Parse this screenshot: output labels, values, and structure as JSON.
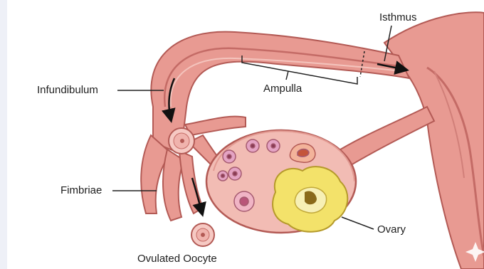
{
  "labels": {
    "isthmus": "Isthmus",
    "infundibulum": "Infundibulum",
    "ampulla": "Ampulla",
    "fimbriae": "Fimbriae",
    "ovary": "Ovary",
    "ovulated_oocyte": "Ovulated Oocyte"
  },
  "colors": {
    "tube_fill": "#e89a92",
    "tube_stroke": "#b35a55",
    "tube_highlight": "#f4c4bd",
    "ovary_fill": "#f2bcb4",
    "corpus_luteum": "#f3e26a",
    "oocyte_fill": "#f6c9c3",
    "follicle_fill": "#e4a3c3"
  }
}
